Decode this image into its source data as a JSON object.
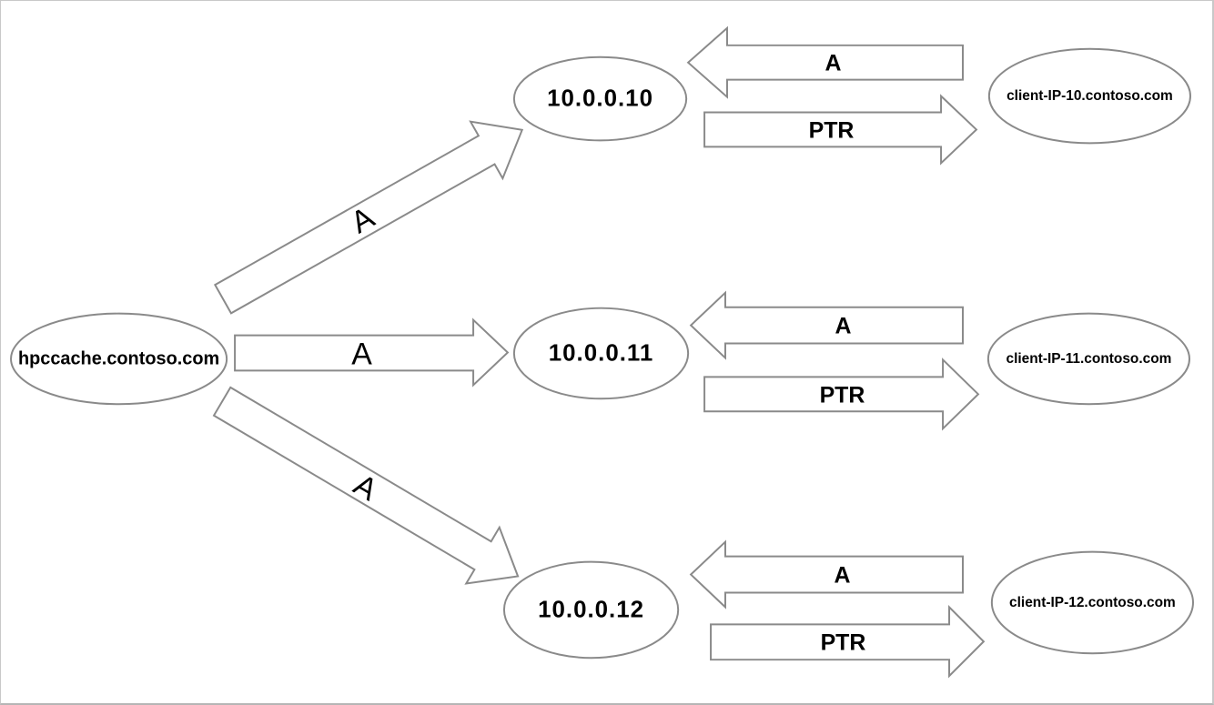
{
  "colors": {
    "stroke": "#8a8a8a",
    "node_fill": "#ffffff",
    "text": "#000000",
    "page_border": "#c8c8c8",
    "page_border_bottom": "#b5b5b5"
  },
  "nodes": {
    "source": "hpccache.contoso.com"
  },
  "rows": [
    {
      "ip": "10.0.0.10",
      "client": "client-IP-10.contoso.com",
      "source_record": "A",
      "client_record": "A",
      "ptr_record": "PTR"
    },
    {
      "ip": "10.0.0.11",
      "client": "client-IP-11.contoso.com",
      "source_record": "A",
      "client_record": "A",
      "ptr_record": "PTR"
    },
    {
      "ip": "10.0.0.12",
      "client": "client-IP-12.contoso.com",
      "source_record": "A",
      "client_record": "A",
      "ptr_record": "PTR"
    }
  ]
}
